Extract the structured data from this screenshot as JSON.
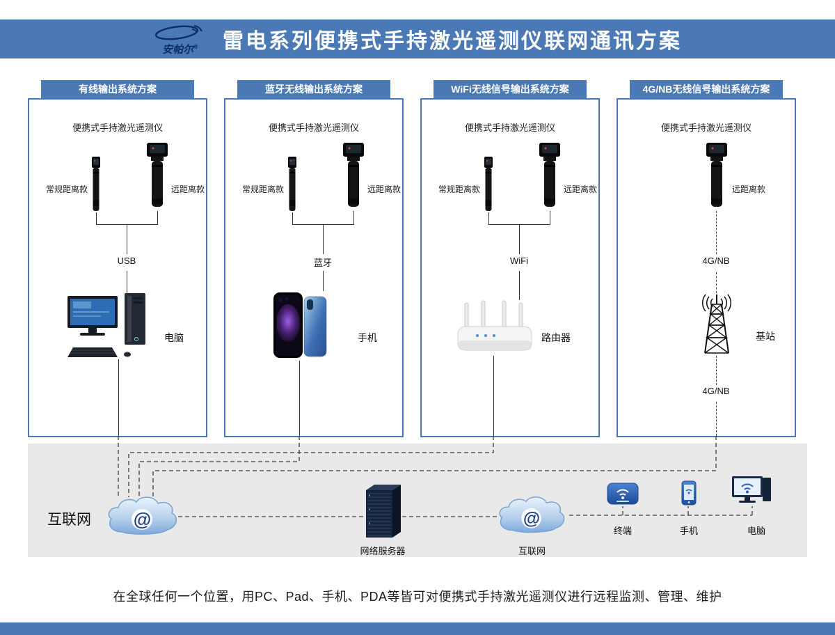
{
  "header": {
    "logo_text": "安帕尔",
    "logo_reg": "®",
    "title": "雷电系列便携式手持激光遥测仪联网通讯方案"
  },
  "panels": [
    {
      "title": "有线输出系统方案",
      "device_title": "便携式手持激光遥测仪",
      "device_left_label": "常规距离款",
      "device_right_label": "远距离款",
      "link_label": "USB",
      "endpoint_label": "电脑"
    },
    {
      "title": "蓝牙无线输出系统方案",
      "device_title": "便携式手持激光遥测仪",
      "device_left_label": "常规距离款",
      "device_right_label": "远距离款",
      "link_label": "蓝牙",
      "endpoint_label": "手机"
    },
    {
      "title": "WiFi无线信号输出系统方案",
      "device_title": "便携式手持激光遥测仪",
      "device_left_label": "常规距离款",
      "device_right_label": "远距离款",
      "link_label": "WiFi",
      "endpoint_label": "路由器"
    },
    {
      "title": "4G/NB无线信号输出系统方案",
      "device_title": "便携式手持激光遥测仪",
      "device_right_label": "远距离款",
      "link_label": "4G/NB",
      "endpoint_label": "基站",
      "link_label_2": "4G/NB"
    }
  ],
  "network_band": {
    "internet_left_label": "互联网",
    "at_symbol": "@",
    "server_label": "网络服务器",
    "internet_right_label": "互联网",
    "client_terminal_label": "终端",
    "client_phone_label": "手机",
    "client_pc_label": "电脑"
  },
  "footer": {
    "caption": "在全球任何一个位置，用PC、Pad、手机、PDA等皆可对便携式手持激光遥测仪进行远程监测、管理、维护"
  },
  "colors": {
    "banner_blue": "#4a79b6",
    "panel_border_blue": "#4a79b6",
    "band_gray": "#e9e9e9",
    "line_dark": "#333333"
  }
}
